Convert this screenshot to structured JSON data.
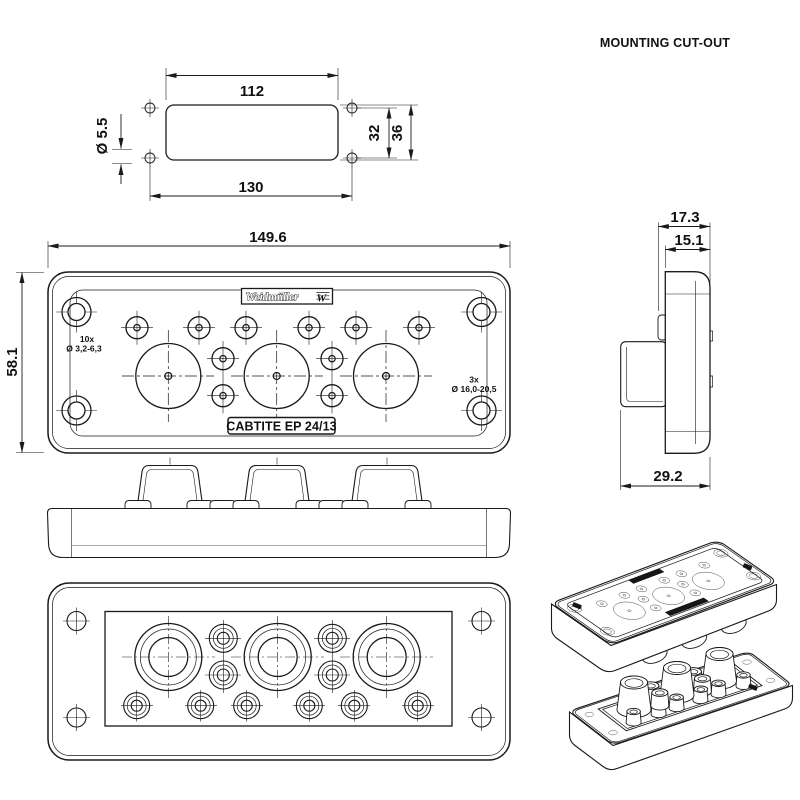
{
  "page_title": "MOUNTING CUT-OUT",
  "cutout_view": {
    "dim_inner_width": "112",
    "dim_hole_pitch_h": "130",
    "dim_hole_pitch_v": "32",
    "dim_height": "36",
    "dim_hole_dia": "Ø 5.5"
  },
  "front_view": {
    "dim_width": "149.6",
    "dim_height": "58.1",
    "label_small_qty": "10x",
    "label_small_dia": "Ø 3,2-6,3",
    "label_large_qty": "3x",
    "label_large_dia": "Ø 16,0-20,5",
    "brand": "Weidmüller",
    "brand_mark": "W",
    "product": "CABTITE EP 24/13"
  },
  "side_view": {
    "dim_depth_with_clip": "17.3",
    "dim_depth_plate": "15.1",
    "dim_depth_total": "29.2"
  }
}
